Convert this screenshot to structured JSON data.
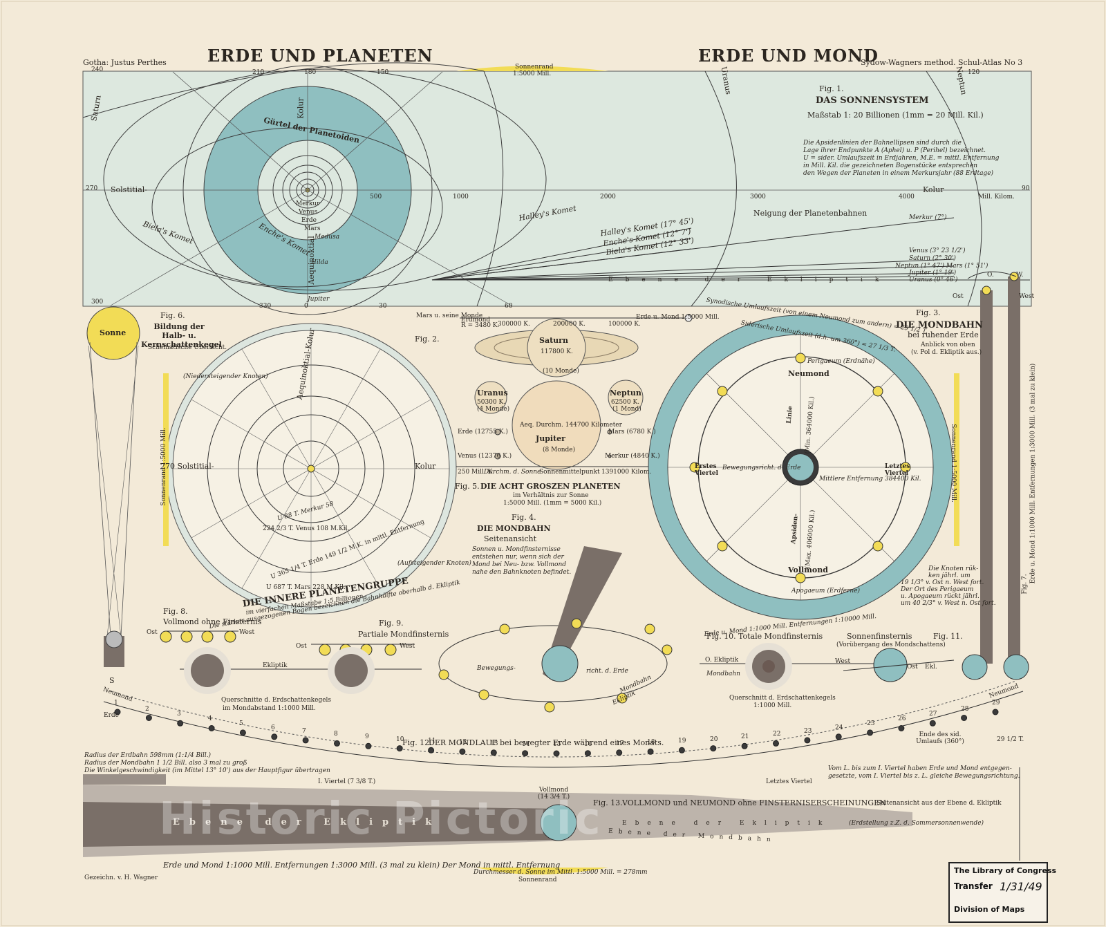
{
  "header": {
    "publisher": "Gotha: Justus Perthes",
    "title_left": "ERDE UND PLANETEN",
    "title_right": "ERDE UND MOND",
    "atlas": "Sydow-Wagners method. Schul-Atlas No 3",
    "sun_edge_top": "Sonnenrand",
    "sun_edge_top_scale": "1:5000 Mill."
  },
  "fig1": {
    "label": "Fig. 1.",
    "title": "DAS SONNENSYSTEM",
    "scale": "Maßstab 1: 20 Billionen (1mm = 20 Mill. Kil.)",
    "note": [
      "Die Apsidenlinien der Bahnellipsen sind durch die",
      "Lage ihrer Endpunkte A (Aphel) u. P (Perihel) bezeichnet.",
      "U = sider. Umlaufszeit in Erdjahren, M.E. = mittl. Entfernung",
      "in Mill. Kil. die gezeichneten Bogenstücke entsprechen",
      "den Wegen der Planeten in einem Merkursjahr (88 Erdtage)"
    ],
    "belt": "Gürtel der Planetoiden",
    "solstitial": "Solstitial-",
    "kolur": "Kolur",
    "kolur_v": "Kolur",
    "aequinoktial": "Aequinoktial",
    "inclination_title": "Neigung der Planetenbahnen",
    "ecliptic": "Ebene der Ekliptik",
    "km_unit": "Mill. Kilom.",
    "planets": [
      "Saturn",
      "Uranus",
      "Neptun"
    ],
    "comets": [
      "Halley's Komet (17° 45')",
      "Enche's Komet (12° 7')",
      "Biela's Komet (12° 33')",
      "Halley's Komet",
      "Biela's Komet",
      "Enche's Komet"
    ],
    "inclinations": [
      "Merkur (7°)",
      "Venus (3° 23 1/2')",
      "Saturn (2° 30')",
      "Neptun (1° 47') Mars (1° 51')",
      "Jupiter (1° 19')",
      "Uranus (0° 46')"
    ],
    "inner_labels": [
      "Merkur",
      "Venus",
      "Erde",
      "Mars",
      "Medusa",
      "Hilda",
      "Jupiter"
    ],
    "ticks": [
      "240",
      "210",
      "180",
      "150",
      "120",
      "270",
      "300",
      "330",
      "0",
      "30",
      "60",
      "90",
      "500",
      "1000",
      "2000",
      "3000",
      "4000"
    ]
  },
  "fig2": {
    "label": "Fig. 2.",
    "title": "DIE INNERE PLANETENGRUPPE",
    "scale": "im vierfachen Maßstabe 1:5 Billionen",
    "note": "Die stärker ausgezogenen Bogen bezeichnen die Bahnhälfte oberhalb d. Ekliptik",
    "aeq": "Aequinoktial-Kolur",
    "solstitial": "270 Solstitial-",
    "kolur": "Kolur",
    "desc_node": "(Niedersteigender Knoten)",
    "asc_node": "(Aufsteigender Knoten)",
    "sun_edge": "Sonnenrand 1:5000 Mill.",
    "orbits": [
      "U 88 T. Merkur 58",
      "224 2/3 T. Venus 108 M.Kil.",
      "U 365 1/4 T. Erde 149 1/2 M.K. in mittl. Entfernung",
      "U 687 T. Mars 228 M.Kil."
    ]
  },
  "fig3": {
    "label": "Fig. 3.",
    "title": "DIE MONDBAHN",
    "subtitle": "bei ruhender Erde",
    "note1": "Anblick von oben",
    "note2": "(v. Pol d. Ekliptik aus.)",
    "synodic": "Synodische Umlaufszeit (von einem Neumond zum andern) = 29 1/2 T.",
    "sidereal": "Siderische Umlaufszeit (d.h. um 360°) = 27 1/3 T.",
    "perigee": "Perigaeum (Erdnähe)",
    "apogee": "Apogaeum (Erdferne)",
    "new_moon": "Neumond",
    "full_moon": "Vollmond",
    "first_q": "Erstes Viertel",
    "last_q": "Letztes Viertel",
    "motion": "Bewegungsricht. d. Erde",
    "mean_dist": "Mittlere Entfernung 384400 Kil.",
    "apsides": "Apsiden-",
    "linie": "Linie",
    "apsides_max": "(Max. 406000 Kil.)",
    "apsides_min": "(Min. 364000 Kil.)",
    "scale": "Erde u. Mond 1:1000 Mill. Entfernungen 1:10000 Mill.",
    "node_note": [
      "Die Knoten rük-",
      "ken jährl. um",
      "19 1/3° v. Ost n. West fort.",
      "Der Ort des Perigaeum",
      "u. Apogaeum rückt jährl.",
      "um 40 2/3° v. West n. Ost fort."
    ],
    "sun_edge": "Sonnenrand 1:5000 Mill."
  },
  "fig4": {
    "label": "Fig. 4.",
    "title": "DIE MONDBAHN",
    "subtitle": "Seitenansicht",
    "note": [
      "Sonnen u. Mondfinsternisse",
      "entstehen nur, wenn sich der",
      "Mond bei Neu- bzw. Vollmond",
      "nahe den Bahnknoten befindet."
    ],
    "motion_left": "Bewegungs-",
    "motion_right": "richt. d. Erde",
    "mondbahn": "Mondbahn",
    "ekliptik": "Ekliptik"
  },
  "fig5": {
    "label": "Fig. 5.",
    "title": "DIE ACHT GROSZEN PLANETEN",
    "subtitle": "im Verhältnis zur Sonne",
    "scale": "1:5000 Mill. (1mm = 5000 Kil.)",
    "mars_moons": "Mars u. seine Monde",
    "earth_moon": "Erde u. Mond 1:5000 Mill.",
    "erdmond": "Erdmond",
    "erdmond_r": "R = 3480 K.",
    "scale_ticks": [
      "300000 K.",
      "200000 K.",
      "100000 K."
    ],
    "saturn": {
      "name": "Saturn",
      "size": "117800 K.",
      "moons": "(10 Monde)"
    },
    "uranus": {
      "name": "Uranus",
      "size": "50300 K.",
      "moons": "(4 Monde)"
    },
    "neptun": {
      "name": "Neptun",
      "size": "62500 K.",
      "moons": "(1 Mond)"
    },
    "jupiter": {
      "name": "Jupiter",
      "size": "Aeq. Durchm. 144700 Kilometer",
      "moons": "(8 Monde)"
    },
    "erde": "Erde (12755 K.)",
    "mars": "Mars (6780 K.)",
    "venus": "Venus (12376 K.)",
    "merkur": "Merkur (4840 K.)",
    "sun_diam": "Durchm. d. Sonne",
    "sun_center": "Sonnenmittelpunkt",
    "sun_size": "1391000 Kilom.",
    "sun_far": "250 Mill. K."
  },
  "fig6": {
    "label": "Fig. 6.",
    "title": "Bildung der Halb- u. Kernschattenkegel",
    "subtitle": "Schematische Übersicht.",
    "sun": "Sonne"
  },
  "fig7": {
    "label": "Fig. 7.",
    "text": "Erde u. Mond 1:1000 Mill. Entfernungen 1:3000 Mill. (3 mal zu klein)",
    "ost": "Ost",
    "west": "West",
    "o": "O.",
    "w": "W."
  },
  "fig8": {
    "label": "Fig. 8.",
    "title": "Vollmond ohne Finsternis",
    "ost": "Ost",
    "west": "West"
  },
  "fig9": {
    "label": "Fig. 9.",
    "title": "Partiale Mondfinsternis",
    "ost": "Ost",
    "west": "West"
  },
  "fig8_9": {
    "ekliptik": "Ekliptik",
    "section": "Querschnitte d. Erdschattenkegels",
    "section2": "im Mondabstand 1:1000 Mill."
  },
  "fig10": {
    "label": "Fig. 10.",
    "title": "Totale Mondfinsternis",
    "ekliptik": "O. Ekliptik",
    "mondbahn": "Mondbahn",
    "west": "West",
    "section": "Querschnitt d. Erdschattenkegels",
    "section2": "1:1000 Mill."
  },
  "fig11": {
    "label": "Fig. 11.",
    "title": "Sonnenfinsternis",
    "subtitle": "(Vorübergang des Mondschattens)",
    "ost": "Ost",
    "ekl": "Ekl."
  },
  "fig12": {
    "label": "Fig. 12.",
    "title": "DER MONDLAUF bei bewegter Erde während eines Monats.",
    "neumond_l": "Neumond",
    "neumond_r": "Neumond",
    "erde": "Erde",
    "first_q": "I. Viertel (7 3/8 T.)",
    "full": "Vollmond (14 3/4 T.)",
    "last_q": "Letztes Viertel",
    "end": "Ende des sid. Umlaufs (360°)",
    "end_days": "29 1/2 T.",
    "s": "S",
    "notes_left": [
      "Radius der Erdbahn 598mm (1:1/4 Bill.)",
      "Radius der Mondbahn 1 1/2 Bill. also 3 mal zu groß",
      "Die Winkelgeschwindigkeit (im Mittel 13° 10') aus der Hauptfigur übertragen"
    ],
    "notes_right": [
      "Vom L. bis zum I. Viertel haben Erde und Mond entgegen-",
      "gesetzte, vom I. Viertel bis z. L. gleiche Bewegungsrichtung."
    ],
    "days": [
      "1",
      "2",
      "3",
      "4",
      "5",
      "6",
      "7",
      "8",
      "9",
      "10",
      "11",
      "12",
      "13",
      "14",
      "15",
      "16",
      "17",
      "18",
      "19",
      "20",
      "21",
      "22",
      "23",
      "24",
      "25",
      "26",
      "27",
      "28",
      "29"
    ]
  },
  "fig13": {
    "label": "Fig. 13.",
    "title": "VOLLMOND und NEUMOND ohne FINSTERNISERSCHEINUNGEN",
    "view": "Seitenansicht aus der Ebene d. Ekliptik",
    "ecliptic": "Ebene der Ekliptik",
    "ecliptic2": "Ebene der Ekliptik",
    "note": "(Erdstellung z.Z. d. Sommersonnenwende)",
    "mondbahn": "Ebene der Mondbahn",
    "bottom": "Erde und Mond 1:1000 Mill. Entfernungen 1:3000 Mill. (3 mal zu klein) Der Mond in mittl. Entfernung",
    "drawn": "Gezeichn. v. H. Wagner",
    "sun_diam": "Durchmesser d. Sonne im Mittl. 1:5000 Mill. = 278mm",
    "sun_edge": "Sonnenrand"
  },
  "stamp": {
    "line1": "The Library of Congress",
    "line2": "Transfer",
    "date": "1/31/49",
    "line3": "Division of Maps"
  },
  "watermark": "Historic Pictoric",
  "colors": {
    "paper": "#f3ead8",
    "panel": "#dfe9e0",
    "teal": "#8fbfc0",
    "yellow": "#f4e05a",
    "ink": "#2b2620",
    "shadow": "#7a6f68"
  }
}
